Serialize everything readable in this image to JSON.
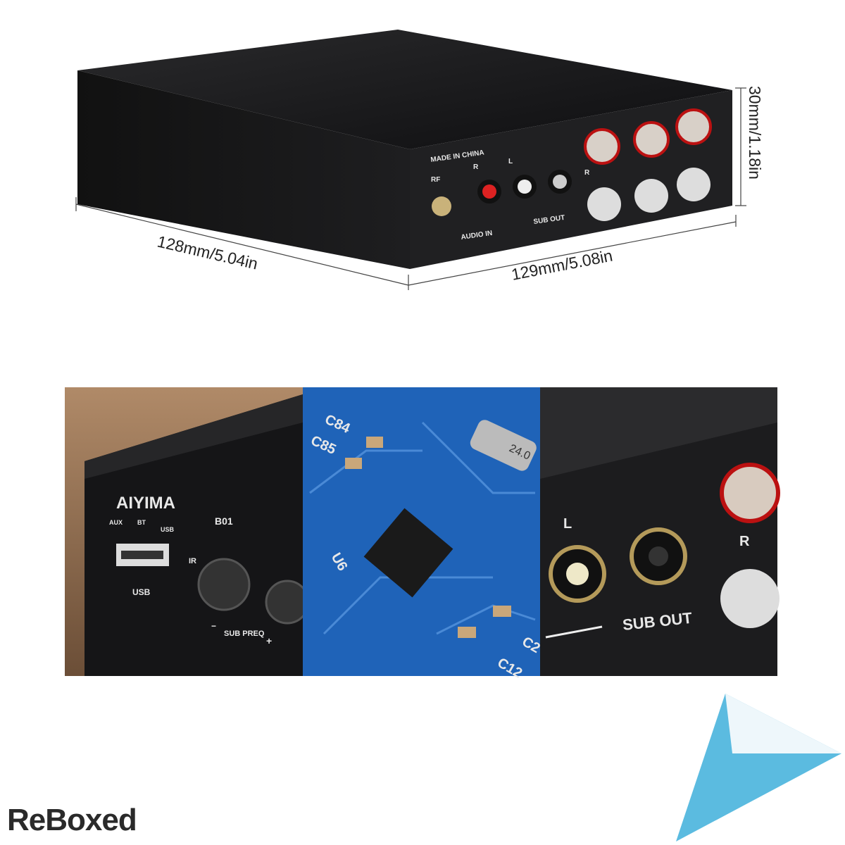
{
  "dimensions": {
    "depth": "128mm/5.04in",
    "width": "129mm/5.08in",
    "height": "30mm/1.18in"
  },
  "rear_panel_labels": {
    "made_in": "MADE IN CHINA",
    "rf": "RF",
    "r": "R",
    "l": "L",
    "audio_in": "AUDIO IN",
    "sub_out": "SUB OUT",
    "spk_r": "R"
  },
  "front_panel": {
    "brand": "AIYIMA",
    "model": "B01",
    "indicators": [
      "AUX",
      "BT",
      "USB"
    ],
    "usb": "USB",
    "ir": "IR",
    "knob_label": "SUB PREQ",
    "minus": "−",
    "plus": "+"
  },
  "pcb": {
    "labels": [
      "C84",
      "C85",
      "U6",
      "24.0",
      "C2",
      "C12"
    ]
  },
  "closeup": {
    "l": "L",
    "r": "R",
    "sub_out": "SUB OUT"
  },
  "watermark": "ReBoxed",
  "colors": {
    "chassis": "#1b1b1d",
    "pcb": "#1f63b8",
    "accent_curl": "#5bbbe0"
  }
}
